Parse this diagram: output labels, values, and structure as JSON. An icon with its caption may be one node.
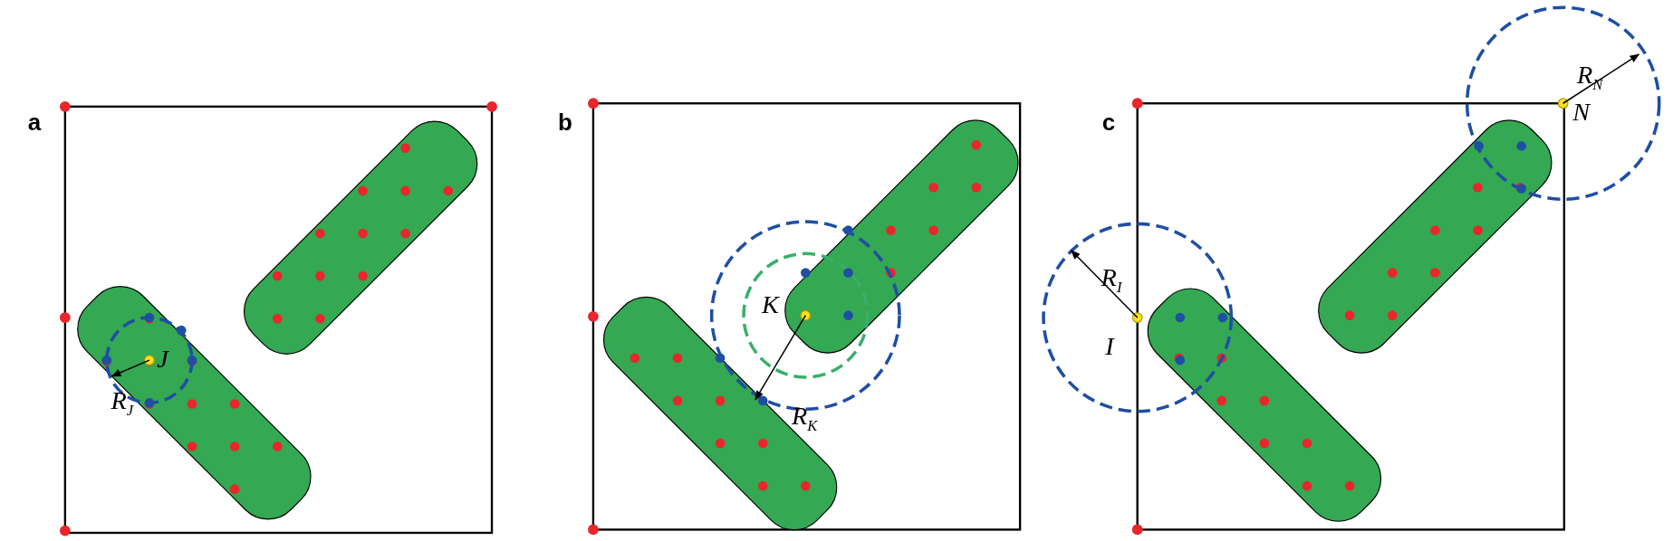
{
  "diagram": {
    "labels": [
      "a",
      "J",
      "R$_{J}$",
      "b",
      "K",
      "R$_{K}$",
      "c",
      "R$_{N}$",
      "N",
      "R$_{I}$",
      "I"
    ]
  }
}
